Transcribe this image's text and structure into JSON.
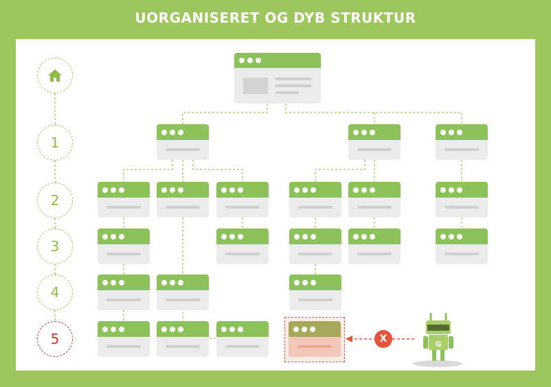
{
  "title": "UORGANISERET OG DYB STRUKTUR",
  "levels": [
    "1",
    "2",
    "3",
    "4",
    "5"
  ],
  "error_mark": "X",
  "robot_badge": "G",
  "icons": {
    "home": "home-icon",
    "robot": "search-robot-icon"
  },
  "colors": {
    "background": "#9dc65d",
    "page_header": "#8dc15a",
    "error": "#e5533b",
    "level_error": "#c0392b"
  }
}
